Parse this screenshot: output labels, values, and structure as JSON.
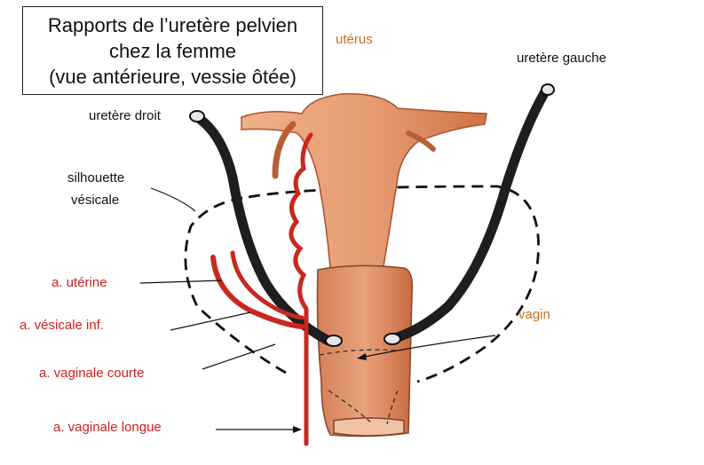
{
  "title": {
    "line1": "Rapports de l’uretère pelvien",
    "line2": "chez la femme",
    "line3": "(vue antérieure, vessie ôtée)"
  },
  "labels": {
    "uterus": "utérus",
    "uretere_gauche": "uretère gauche",
    "uretere_droit": "uretère droit",
    "silhouette_line1": "silhouette",
    "silhouette_line2": "vésicale",
    "a_uterine": "a. utérine",
    "a_vesicale_inf": "a. vésicale inf.",
    "a_vaginale_courte": "a. vaginale courte",
    "a_vaginale_longue": "a. vaginale longue",
    "vagin": "vagin"
  },
  "colors": {
    "label_black": "#111111",
    "label_red": "#cc1f1f",
    "label_orange": "#c8701e",
    "organ_fill": "#e49a72",
    "organ_shade": "#c8683e",
    "ureter": "#1e1e1e",
    "artery": "#c8281e"
  }
}
